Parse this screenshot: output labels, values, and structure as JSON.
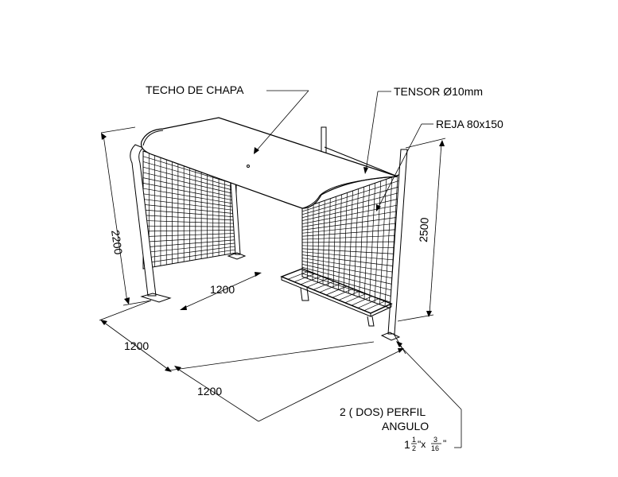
{
  "labels": {
    "roof": "TECHO DE CHAPA",
    "tensor": "TENSOR Ø10mm",
    "grate": "REJA 80x150",
    "profile_line1": "2 ( DOS)  PERFIL",
    "profile_line2": "ANGULO",
    "profile_whole": "1",
    "profile_frac1_num": "1",
    "profile_frac1_den": "2",
    "profile_x": "\"x",
    "profile_frac2_num": "3",
    "profile_frac2_den": "16",
    "profile_quote": "\""
  },
  "dimensions": {
    "left_height": "2200",
    "right_height": "2500",
    "inner_depth": "1200",
    "left_depth": "1200",
    "front_width": "1200"
  }
}
